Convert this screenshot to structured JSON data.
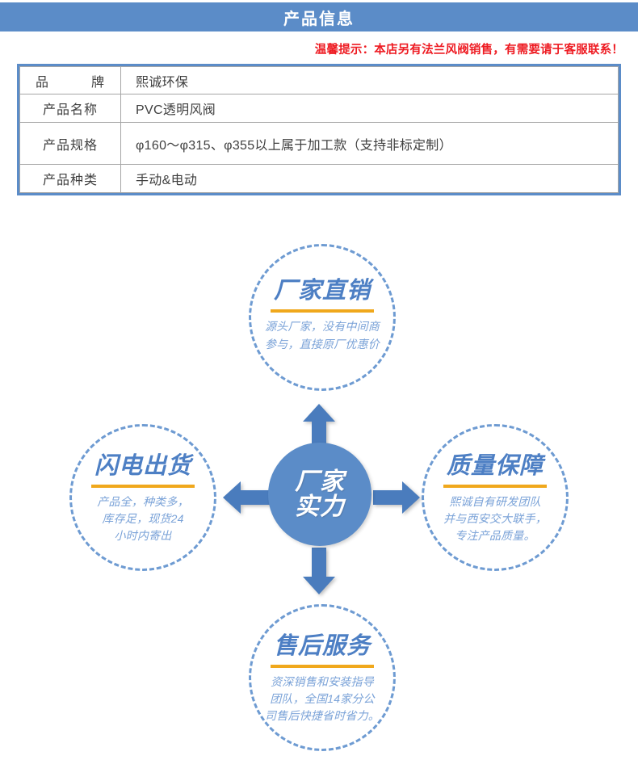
{
  "header": {
    "title": "产品信息",
    "band_color": "#5b8cc8"
  },
  "tip": {
    "text": "温馨提示：本店另有法兰风阀销售，有需要请于客服联系！",
    "color": "#ee1b22"
  },
  "spec_table": {
    "border_color": "#5b8cc8",
    "rows": [
      {
        "label": "品　牌",
        "label_spread": "品牌",
        "value": "熙诚环保"
      },
      {
        "label": "产品名称",
        "value": "PVC透明风阀"
      },
      {
        "label": "产品规格",
        "value": "φ160～φ315、φ355以上属于加工款（支持非标定制）"
      },
      {
        "label": "产品种类",
        "value": "手动&电动"
      }
    ]
  },
  "diagram": {
    "hub": {
      "label": "厂家\n实力",
      "color": "#5b8cc8"
    },
    "accent_rule_color": "#f0a81c",
    "bubble_border_color": "#6e9bd2",
    "bubbles": [
      {
        "position": "top",
        "title": "厂家直销",
        "desc": "源头厂家，没有中间商\n参与，直接原厂优惠价"
      },
      {
        "position": "left",
        "title": "闪电出货",
        "desc": "产品全，种类多，\n库存足，现货24\n小时内寄出"
      },
      {
        "position": "right",
        "title": "质量保障",
        "desc": "熙诚自有研发团队\n并与西安交大联手，\n专注产品质量。"
      },
      {
        "position": "bottom",
        "title": "售后服务",
        "desc": "资深销售和安装指导\n团队，全国14家分公\n司售后快捷省时省力。"
      }
    ],
    "arrows": [
      {
        "name": "arrow-up",
        "direction": "up"
      },
      {
        "name": "arrow-right",
        "direction": "right"
      },
      {
        "name": "arrow-down",
        "direction": "down"
      },
      {
        "name": "arrow-left",
        "direction": "left"
      }
    ]
  }
}
